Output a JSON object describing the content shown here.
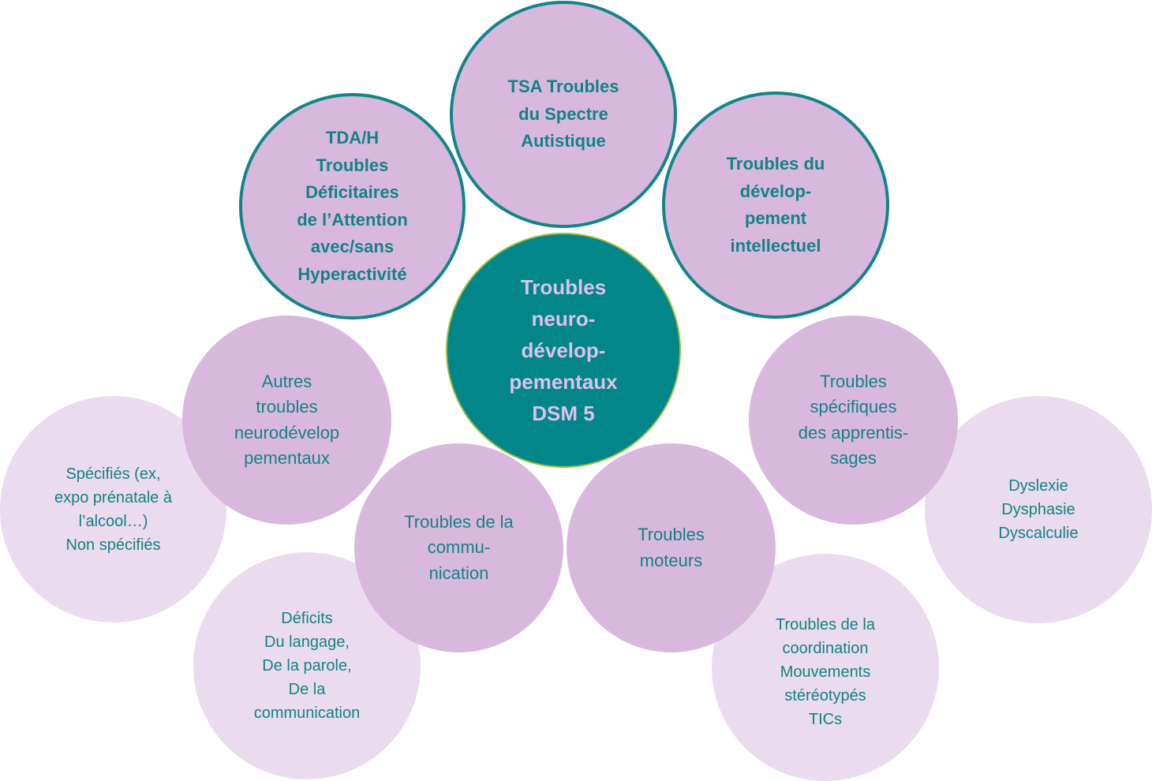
{
  "diagram": {
    "center": "Troubles\nneuro-\ndévelop-\npementaux\nDSM 5",
    "top_nodes": {
      "tsa": "TSA Troubles\ndu Spectre\nAutistique",
      "tdah": "TDA/H\nTroubles\nDéficitaires\nde l’Attention\navec/sans\nHyperactivité",
      "intellectuel": "Troubles du\ndévelop-\npement\nintellectuel"
    },
    "categories": {
      "autres": "Autres\ntroubles\nneurodévelop\npementaux",
      "communication": "Troubles de la\ncommu-\nnication",
      "moteurs": "Troubles\nmoteurs",
      "apprentissages": "Troubles\nspécifiques\ndes apprentis-\nsages"
    },
    "details": {
      "specifies": "Spécifiés (ex,\nexpo prénatale à\nl’alcool…)\nNon spécifiés",
      "deficits": "Déficits\nDu langage,\nDe la parole,\nDe la\ncommunication",
      "coordination": "Troubles de la\ncoordination\nMouvements\nstéréotypés\nTICs",
      "dys": "Dyslexie\nDysphasie\nDyscalculie"
    },
    "colors": {
      "teal": "#03868a",
      "teal_text": "#138287",
      "ring_border": "#12858a",
      "mid_purple": "#d8b9dd",
      "light_purple": "#eadbef",
      "center_text": "#dcc3e6",
      "center_border": "#9bbf3c"
    }
  }
}
